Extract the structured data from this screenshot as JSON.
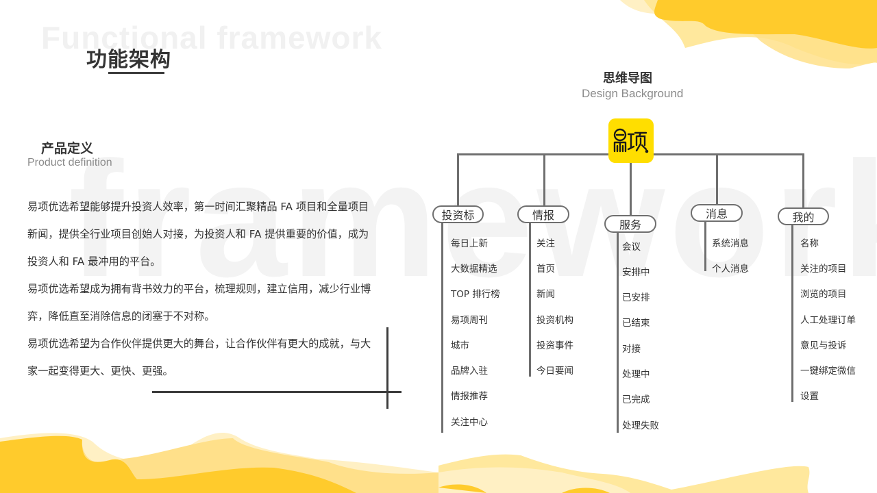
{
  "watermarks": {
    "top": "Functional framework",
    "big": "framework"
  },
  "header": {
    "title": "功能架构"
  },
  "product_definition": {
    "title_cn": "产品定义",
    "title_en": "Product definition",
    "paragraphs": [
      "易项优选希望能够提升投资人效率，第一时间汇聚精品 FA 项目和全量项目新闻，提供全行业项目创始人对接，为投资人和 FA 提供重要的价值，成为投资人和 FA 最冲用的平台。",
      "易项优选希望成为拥有背书效力的平台，梳理规则，建立信用，减少行业博弈，降低直至消除信息的闭塞于不对称。",
      "易项优选希望为合作伙伴提供更大的舞台，让合作伙伴有更大的成就，与大家一起变得更大、更快、更强。"
    ]
  },
  "mindmap": {
    "title_cn": "思维导图",
    "title_en": "Design Background",
    "root": {
      "label": "易项",
      "color": "#ffde00"
    },
    "branches": [
      {
        "label": "投资标",
        "items": [
          "每日上新",
          "大数据精选",
          "TOP 排行榜",
          "易项周刊",
          "城市",
          "品牌入驻",
          "情报推荐",
          "关注中心"
        ]
      },
      {
        "label": "情报",
        "items": [
          "关注",
          "首页",
          "新闻",
          "投资机构",
          "投资事件",
          "今日要闻"
        ]
      },
      {
        "label": "服务",
        "items": [
          "会议",
          "安排中",
          "已安排",
          "已结束",
          "对接",
          "处理中",
          "已完成",
          "处理失败"
        ]
      },
      {
        "label": "消息",
        "items": [
          "系统消息",
          "个人消息"
        ]
      },
      {
        "label": "我的",
        "items": [
          "名称",
          "关注的项目",
          "浏览的项目",
          "人工处理订单",
          "意见与投诉",
          "一键绑定微信",
          "设置"
        ]
      }
    ]
  },
  "colors": {
    "accent_yellow": "#ffcb2c",
    "light_yellow": "#ffe08a",
    "pale_yellow": "#fff0c4",
    "line_gray": "#6f6f6f"
  }
}
